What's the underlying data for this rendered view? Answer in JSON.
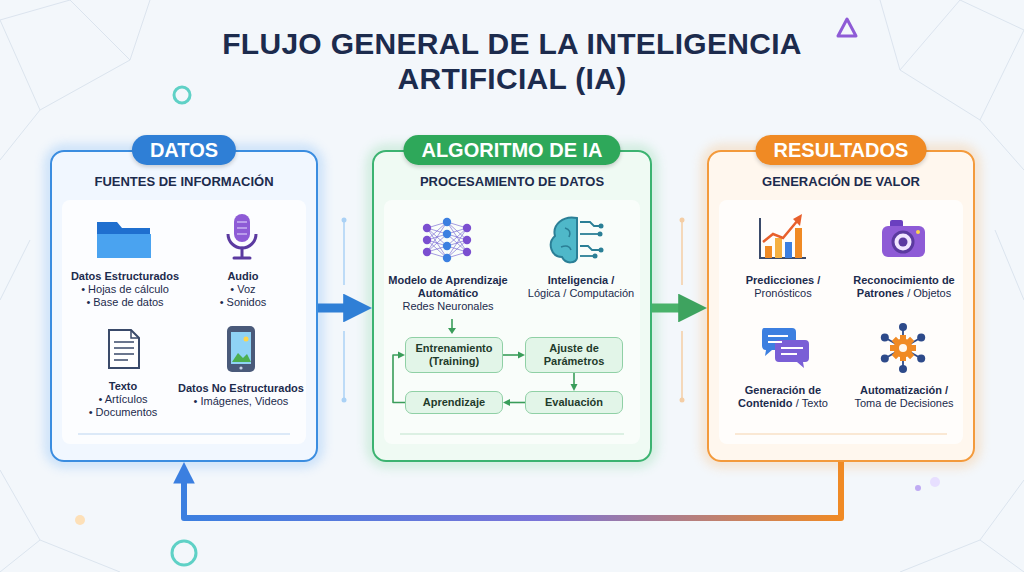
{
  "diagram": {
    "title": "FLUJO GENERAL DE LA INTELIGENCIA ARTIFICIAL (IA)",
    "nodes": [
      {
        "text": [
          "DATOS",
          "FUENTES DE INFORMACIÓN"
        ]
      },
      {
        "text": [
          "ALGORITMO DE IA",
          "PROCESAMIENTO DE DATOS"
        ]
      },
      {
        "text": [
          "Entrenamiento (Training)"
        ],
        "in": 1
      },
      {
        "text": [
          "Ajuste de Parámetros"
        ],
        "in": 1
      },
      {
        "text": [
          "Evaluación"
        ],
        "in": 1
      },
      {
        "text": [
          "Aprendizaje"
        ],
        "in": 1
      },
      {
        "text": [
          "RESULTADOS",
          "GENERACIÓN DE VALOR"
        ]
      }
    ],
    "edges": [
      {
        "from": 0,
        "to": 1,
        "arrow": "to"
      },
      {
        "from": 1,
        "to": 6,
        "arrow": "to"
      },
      {
        "from": 6,
        "to": 0,
        "arrow": "to"
      },
      {
        "from": 2,
        "to": 3,
        "arrow": "to"
      },
      {
        "from": 3,
        "to": 4,
        "arrow": "to"
      },
      {
        "from": 4,
        "to": 5,
        "arrow": "to"
      },
      {
        "from": 5,
        "to": 2,
        "arrow": "to"
      }
    ],
    "labels": [
      "Datos Estructurados",
      "• Hojas de cálculo",
      "• Base de datos",
      "Audio",
      "• Voz",
      "• Sonidos",
      "Texto",
      "• Artículos",
      "• Documentos",
      "Datos No Estructurados",
      "• Imágenes, Videos",
      "Modelo de Aprendizaje Automático",
      "Redes Neuronales",
      "Inteligencia /",
      "Lógica / Computación",
      "Predicciones /",
      "Pronósticos",
      "Reconocimiento de Patrones",
      "/ Objetos",
      "Generación de Contenido",
      "/ Texto",
      "Automatización /",
      "Toma de Decisiones"
    ]
  }
}
